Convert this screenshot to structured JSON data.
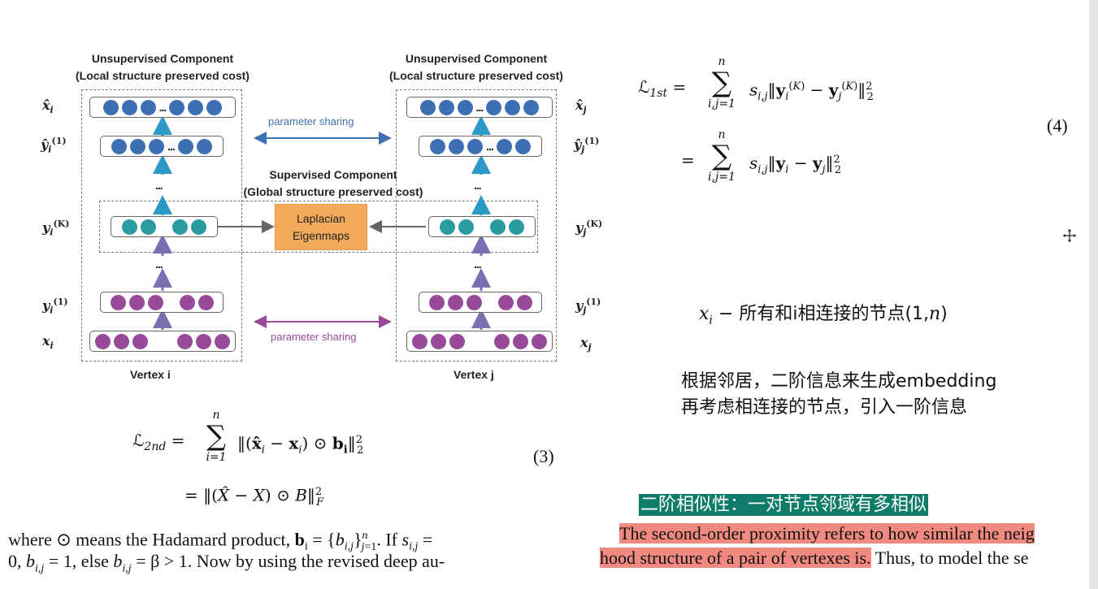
{
  "figure": {
    "left_title": [
      "Unsupervised Component",
      "(Local structure preserved cost)"
    ],
    "right_title": [
      "Unsupervised Component",
      "(Local structure preserved cost)"
    ],
    "middle_title": [
      "Supervised Component",
      "(Global structure preserved cost)"
    ],
    "top_sharing_label": "parameter sharing",
    "bottom_sharing_label": "parameter sharing",
    "laplacian_label": [
      "Laplacian",
      "Eigenmaps"
    ],
    "vertex_i_label": "Vertex i",
    "vertex_j_label": "Vertex j",
    "ellipsis": "...",
    "labels_i": {
      "xhat": "x̂",
      "yhat1": "ŷ",
      "yK": "y",
      "y1": "y",
      "x": "x",
      "sub": "i",
      "sup1": "(1)",
      "supK": "(K)"
    },
    "labels_j": {
      "xhat": "x̂",
      "yhat1": "ŷ",
      "yK": "y",
      "y1": "y",
      "x": "x",
      "sub": "j",
      "sup1": "(1)",
      "supK": "(K)"
    },
    "colors": {
      "decoder": "#3f6fb3",
      "embedding": "#2a9ca1",
      "encoder": "#974a99",
      "laplacian": "#f3ab5b",
      "top_share": "#3f6fb3",
      "bottom_share": "#974a99"
    }
  },
  "eq4": {
    "lhs": "ℒ",
    "lhs_sub": "1st",
    "line1": "s",
    "line1_sub": "i,j",
    "line2_sub": "i,j",
    "sum_top": "n",
    "sum_bottom": "i,j=1",
    "number": "(4)"
  },
  "eq3": {
    "lhs": "ℒ",
    "lhs_sub": "2nd",
    "sum_top": "n",
    "sum_bottom": "i=1",
    "number": "(3)"
  },
  "notes": {
    "xi_note": "所有和i相连接的节点(1,",
    "xi_note_tail": ")",
    "line1": "根据邻居，二阶信息来生成embedding",
    "line2": "再考虑相连接的节点，引入一阶信息"
  },
  "paragraph_left": {
    "line1_a": "where ⊙ means the Hadamard product, ",
    "line1_b": ". If ",
    "line2_a": "0, ",
    "line2_b": " = 1, else ",
    "line2_c": " = β > 1. Now by using the revised deep au-"
  },
  "annotation_heading": "二阶相似性：一对节点邻域有多相似",
  "paragraph_right": {
    "line1": "The second-order proximity refers to how similar the neig",
    "line2_highlighted": "hood structure of a pair of vertexes is.",
    "line2_rest": " Thus, to model the se"
  }
}
